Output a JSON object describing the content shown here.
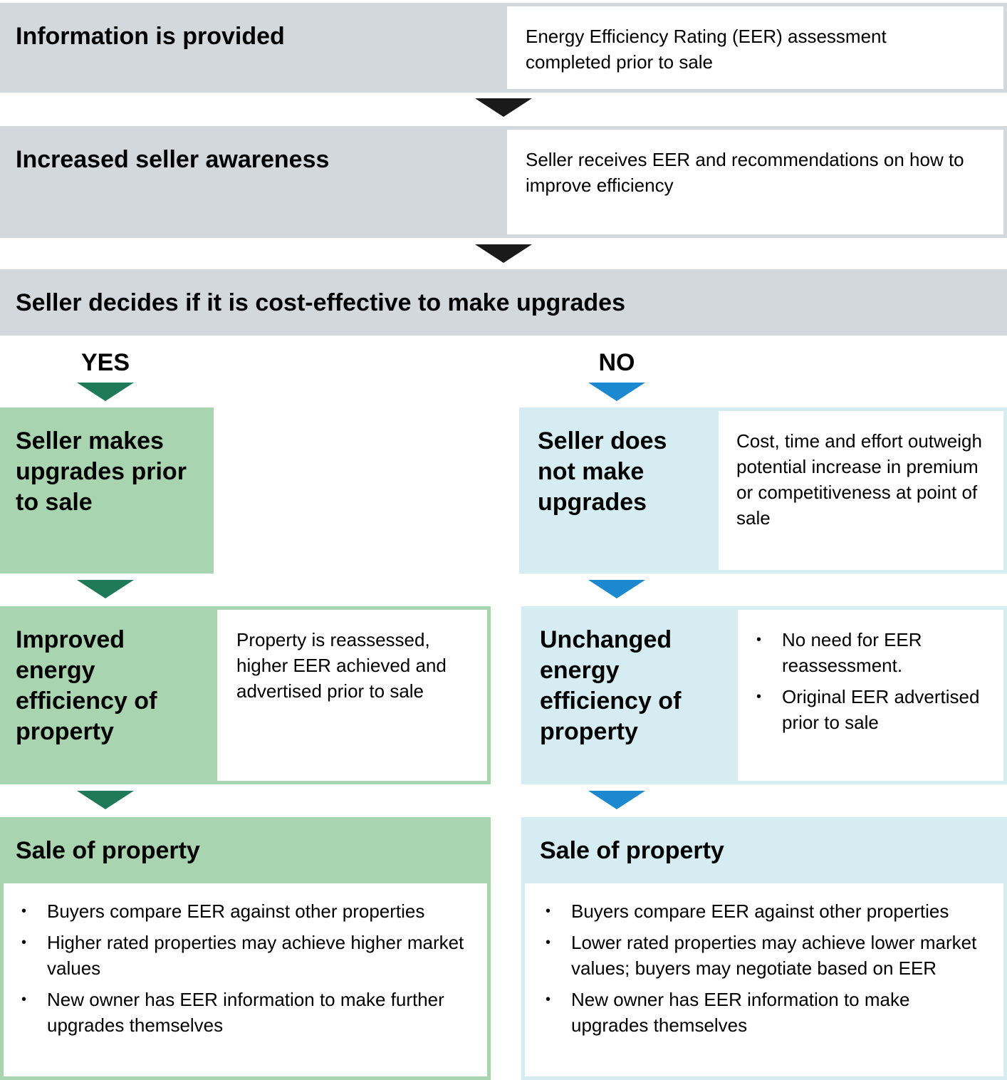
{
  "step1": {
    "title": "Information is provided",
    "desc": "Energy Efficiency Rating (EER) assessment completed prior to sale"
  },
  "step2": {
    "title": "Increased seller awareness",
    "desc": "Seller receives EER and recommendations on how to improve efficiency"
  },
  "decision": {
    "title": "Seller decides if it is cost-effective to make upgrades",
    "yes_label": "YES",
    "no_label": "NO"
  },
  "yes_branch": {
    "action": "Seller makes upgrades prior to sale",
    "outcome_title": "Improved energy efficiency of property",
    "outcome_desc": "Property is reassessed, higher EER achieved and advertised prior to sale",
    "sale_title": "Sale of property",
    "sale_bullets": [
      "Buyers compare EER against other properties",
      "Higher rated properties may achieve higher market values",
      "New owner has EER information to make further upgrades themselves"
    ]
  },
  "no_branch": {
    "action": "Seller does not make upgrades",
    "action_desc": "Cost, time and effort outweigh potential increase in premium or competitiveness at point of sale",
    "outcome_title": "Unchanged energy efficiency of property",
    "outcome_bullets": [
      "No need for EER reassessment.",
      "Original EER advertised prior to sale"
    ],
    "sale_title": "Sale of property",
    "sale_bullets": [
      "Buyers compare EER against other properties",
      "Lower rated properties may achieve lower market values; buyers may negotiate based on EER",
      "New owner has EER information to make upgrades themselves"
    ]
  },
  "colors": {
    "grey": "#d2d8dc",
    "green": "#a8d5b0",
    "light_blue": "#d5edf2",
    "arrow_black": "#1a1a1a",
    "arrow_green": "#1f7a5a",
    "arrow_blue": "#1b88cf"
  }
}
